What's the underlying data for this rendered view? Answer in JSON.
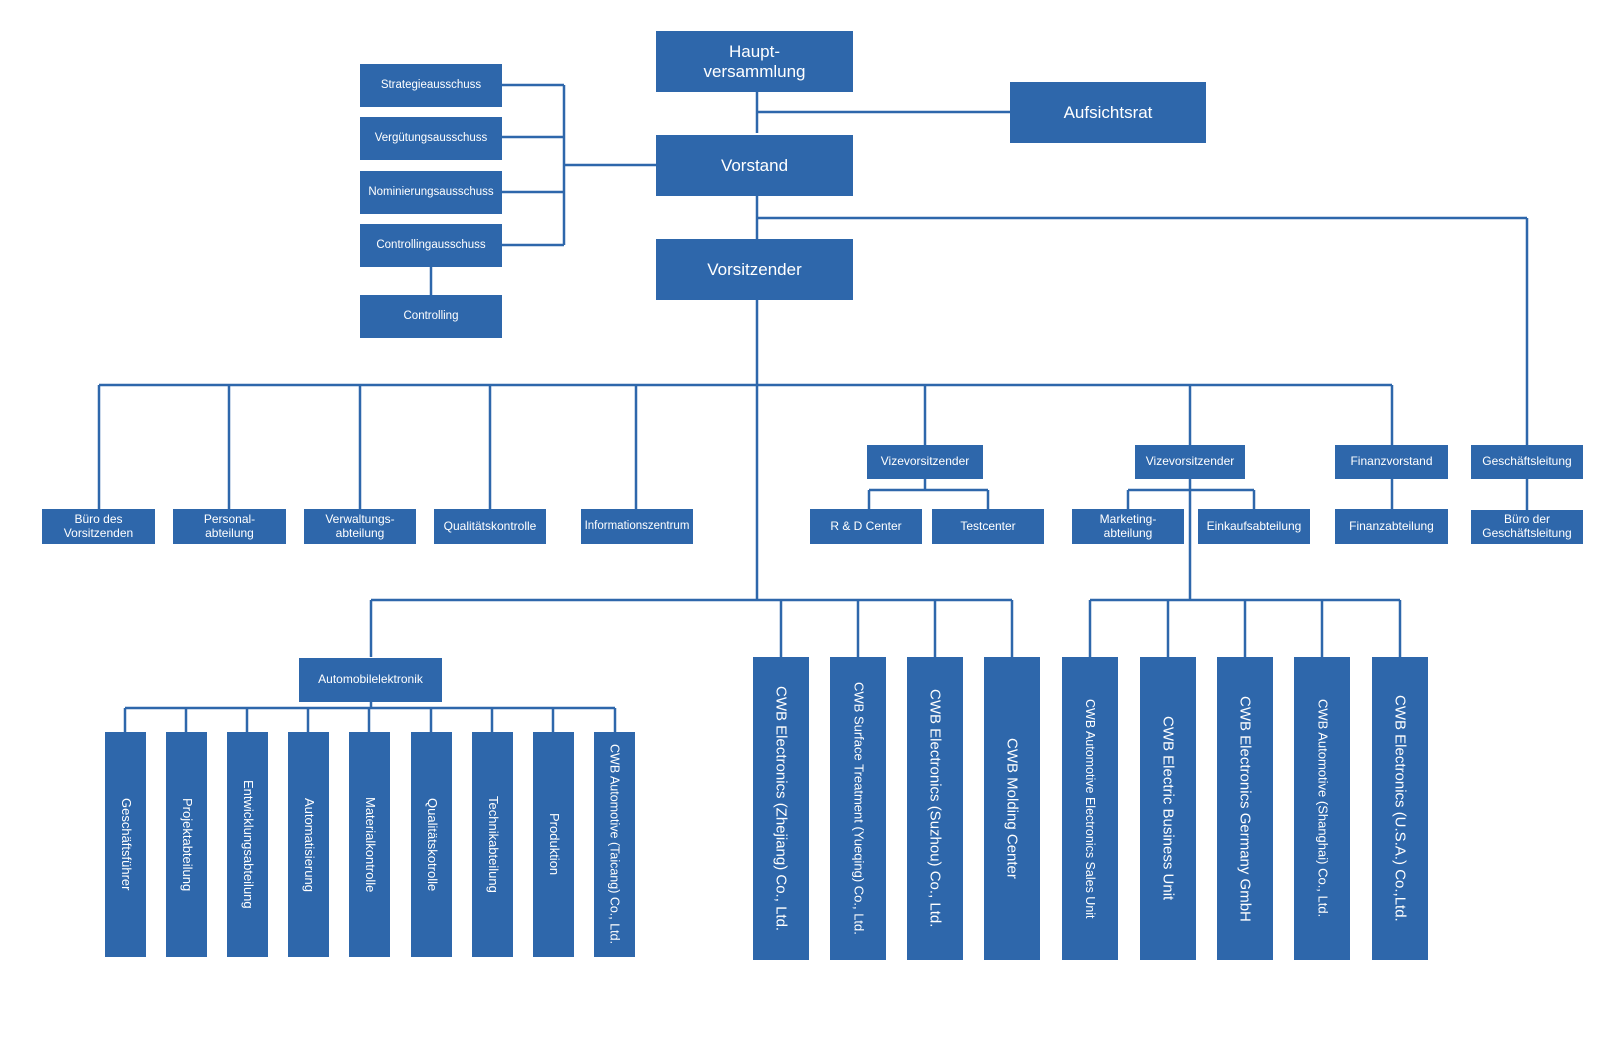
{
  "top": {
    "hauptversammlung": "Haupt-\nversammlung",
    "aufsichtsrat": "Aufsichtsrat",
    "vorstand": "Vorstand",
    "vorsitzender": "Vorsitzender"
  },
  "committees": {
    "strategie": "Strategieausschuss",
    "verguetung": "Vergütungsausschuss",
    "nominierung": "Nominierungsausschuss",
    "controlling_ausschuss": "Controllingausschuss",
    "controlling": "Controlling"
  },
  "departments": {
    "buero_vorsitzenden": "Büro des\nVorsitzenden",
    "personal": "Personal-\nabteilung",
    "verwaltung": "Verwaltungs-\nabteilung",
    "qualitaet": "Qualitätskontrolle",
    "informationszentrum": "Informationszentrum"
  },
  "vice1": {
    "title": "Vizevorsitzender",
    "rd": "R & D Center",
    "testcenter": "Testcenter"
  },
  "vice2": {
    "title": "Vizevorsitzender",
    "marketing": "Marketing-\nabteilung",
    "einkauf": "Einkaufsabteilung"
  },
  "finance": {
    "title": "Finanzvorstand",
    "abteilung": "Finanzabteilung"
  },
  "management": {
    "title": "Geschäftsleitung",
    "buero": "Büro der\nGeschäftsleitung"
  },
  "automotive": {
    "title": "Automobilelektronik",
    "units": [
      "Geschäftsführer",
      "Projektabteilung",
      "Entwicklungsabteilung",
      "Automatisierung",
      "Materialkontrolle",
      "Qualitätskotrolle",
      "Technikabteilung",
      "Produktion",
      "CWB Automotive (Taicang) Co., Ltd."
    ]
  },
  "subsidiaries_a": [
    "CWB Electronics (Zhejiang) Co., Ltd.",
    "CWB Surface Treatment (Yueqing) Co., Ltd.",
    "CWB Electronics (Suzhou) Co., Ltd.",
    "CWB Molding Center"
  ],
  "subsidiaries_b": [
    "CWB Automotive Electronics Sales Unit",
    "CWB Electric Business Unit",
    "CWB Electronics Germany GmbH",
    "CWB Automotive (Shanghai) Co., Ltd.",
    "CWB Electronics (U.S.A.) Co.,Ltd."
  ],
  "colors": {
    "box": "#2e67ab",
    "line": "#2e67ab",
    "text": "#ffffff"
  }
}
